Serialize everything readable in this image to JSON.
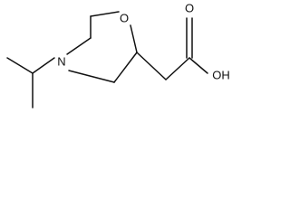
{
  "molecule": {
    "atoms": {
      "oxygen_ring": "O",
      "nitrogen": "N",
      "acid_oxygen": "O",
      "hydroxyl": "OH"
    }
  }
}
